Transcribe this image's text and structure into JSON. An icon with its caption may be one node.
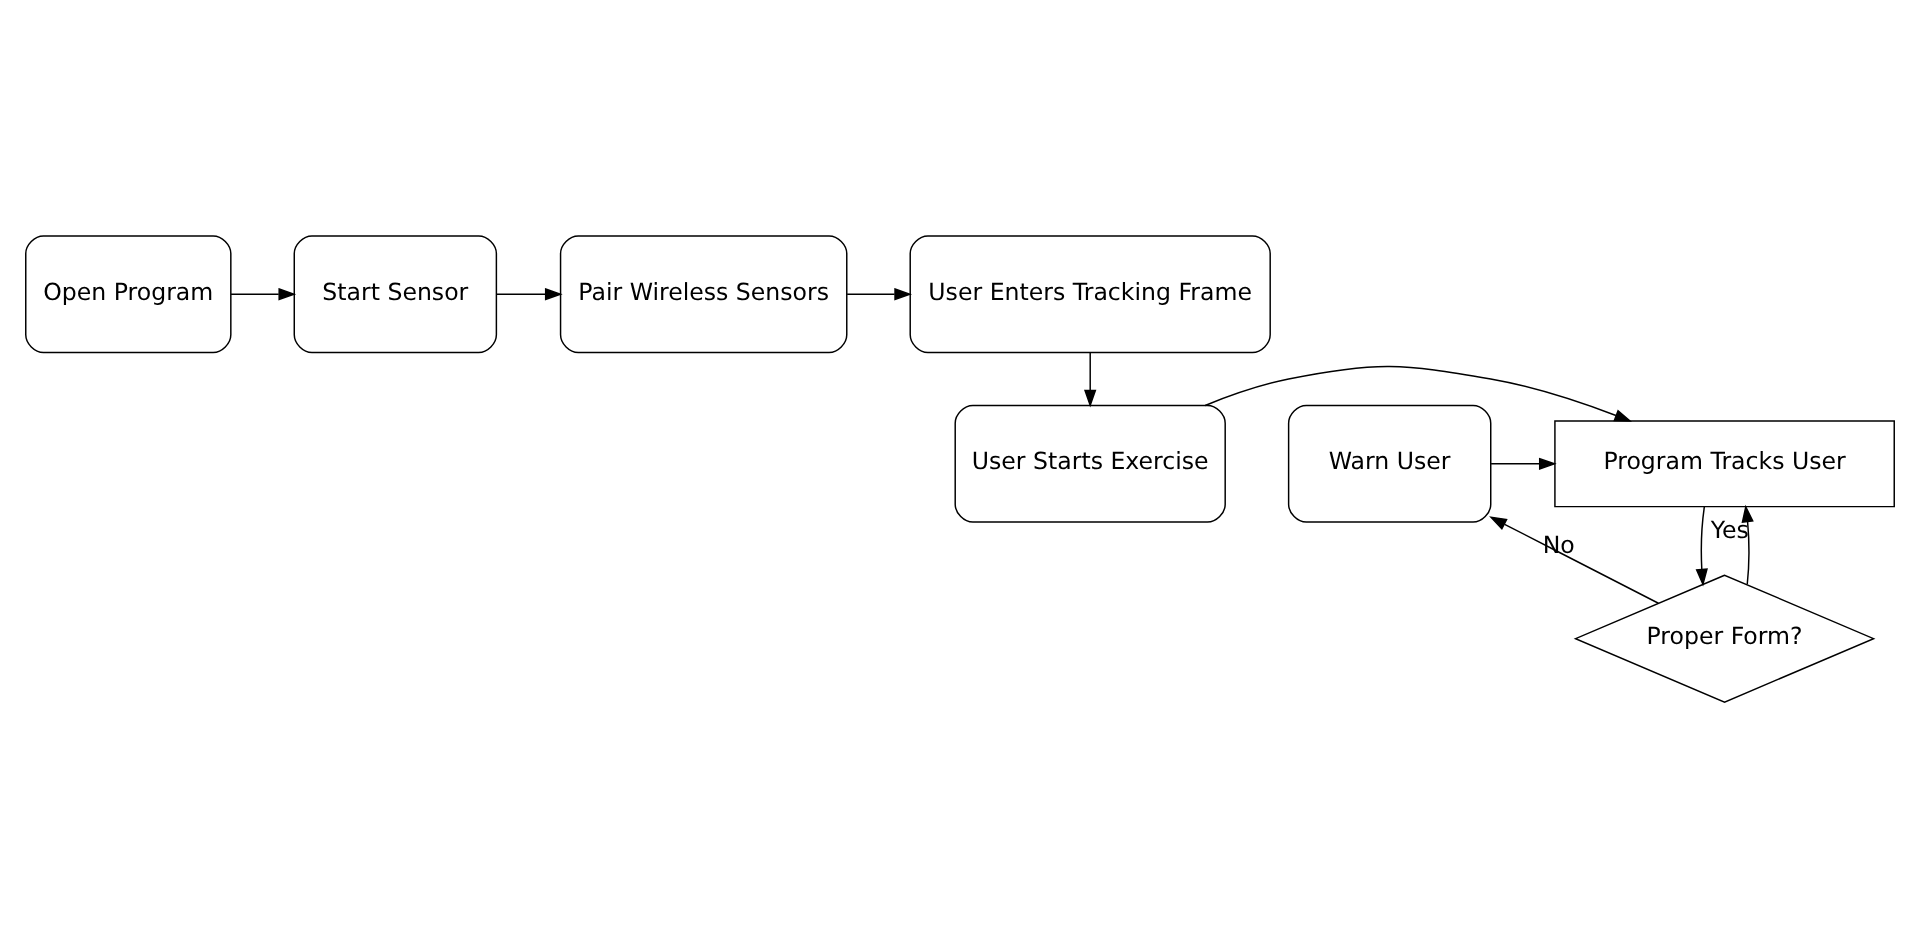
{
  "diagram": {
    "nodes": [
      {
        "text": [
          "Open Program"
        ]
      },
      {
        "text": [
          "Start Sensor"
        ]
      },
      {
        "text": [
          "Pair Wireless Sensors"
        ]
      },
      {
        "text": [
          "User Enters Tracking Frame"
        ]
      },
      {
        "text": [
          "User Starts Exercise"
        ]
      },
      {
        "text": [
          "Program Tracks User"
        ]
      },
      {
        "text": [
          "Warn User"
        ]
      },
      {
        "text": [
          "Proper Form?"
        ]
      }
    ],
    "edges": [
      {
        "from": 0,
        "to": 1,
        "arrow": "to"
      },
      {
        "from": 1,
        "to": 2,
        "arrow": "to"
      },
      {
        "from": 2,
        "to": 3,
        "arrow": "to"
      },
      {
        "from": 3,
        "to": 4,
        "arrow": "to"
      },
      {
        "from": 4,
        "to": 5,
        "arrow": "to"
      },
      {
        "from": 5,
        "to": 7,
        "arrow": "to"
      },
      {
        "from": 7,
        "to": 6,
        "arrow": "to",
        "label": "No"
      },
      {
        "from": 7,
        "to": 5,
        "arrow": "to",
        "label": "Yes"
      },
      {
        "from": 6,
        "to": 5,
        "arrow": "to"
      }
    ]
  }
}
